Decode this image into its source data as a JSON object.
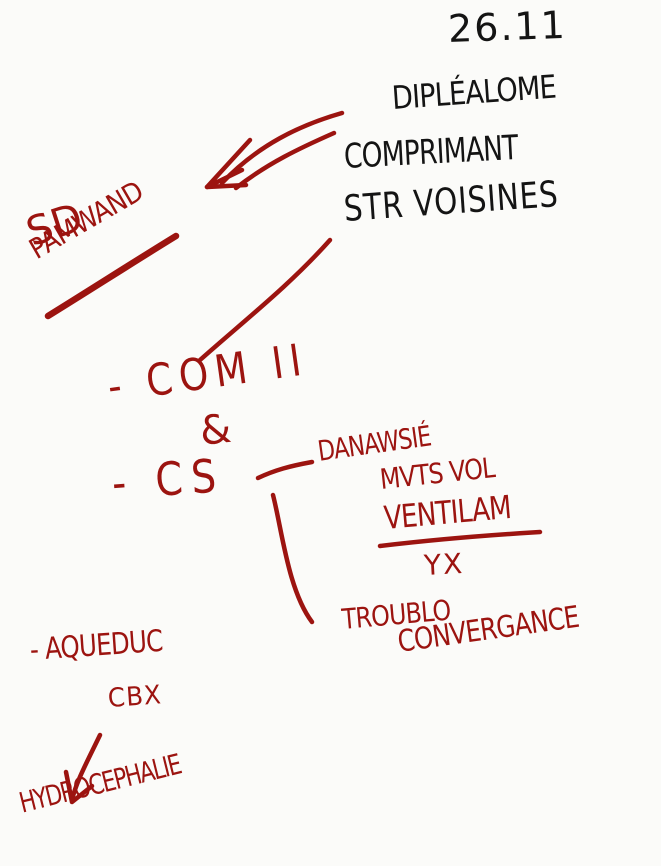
{
  "note": {
    "date": "26.11",
    "black_lines": [
      "DIPLÉALOME",
      "COMPRIMANT",
      "STR VOISINES"
    ],
    "sd_label": "SD",
    "sd_word": "PAMWAND",
    "com_label": "- COM II",
    "ampersand": "&",
    "cs_label": "- CS",
    "cs_branch": [
      "DANAWSIÉ",
      "MVTS VOL",
      "VENTILAM",
      "YX"
    ],
    "trouble": [
      "TROUBLO",
      "CONVERGANCE"
    ],
    "aqueduc": "- AQUEDUC",
    "cbx": "CBX",
    "hydro": "HYDROCEPHALIE"
  }
}
